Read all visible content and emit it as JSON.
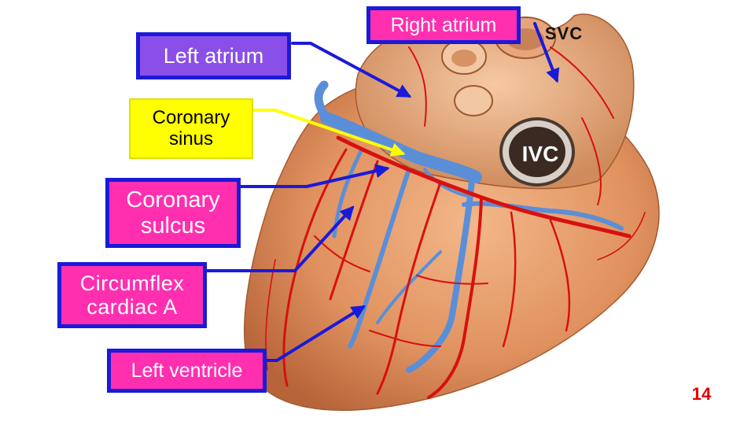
{
  "labels": {
    "left_atrium": "Left atrium",
    "coronary_sinus": "Coronary\nsinus",
    "coronary_sulcus": "Coronary\nsulcus",
    "circumflex": "Circumflex\ncardiac A",
    "left_ventricle": "Left ventricle",
    "right_atrium": "Right  atrium",
    "svc": "SVC",
    "ivc": "IVC"
  },
  "page_number": "14",
  "colors": {
    "label_pink": "#ff2fb0",
    "label_purple": "#8a4fe8",
    "label_yellow": "#ffff00",
    "label_border": "#1a1ad8",
    "pointer_blue": "#1a1ad8",
    "pointer_yellow": "#ffff00",
    "heart_muscle": "#e09060",
    "artery_red": "#d81010",
    "vein_blue": "#5a8fd8",
    "page_number_red": "#e00000"
  }
}
